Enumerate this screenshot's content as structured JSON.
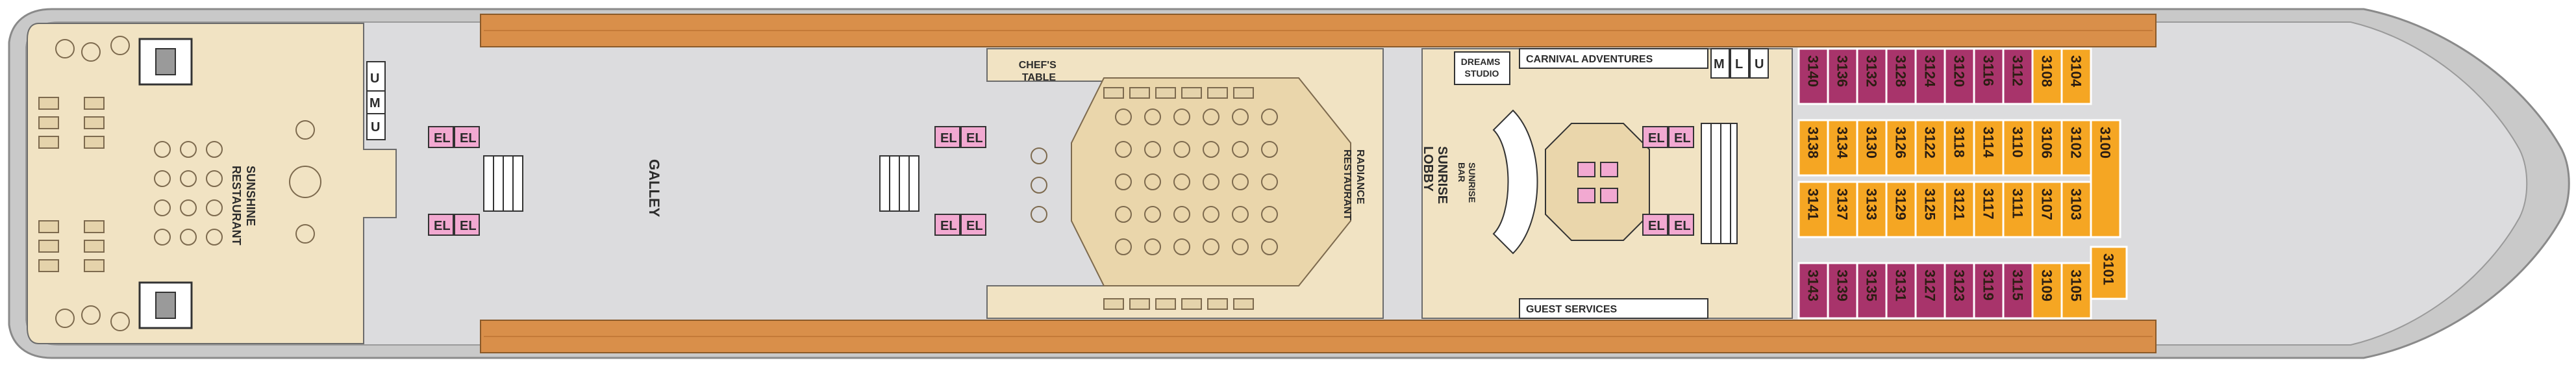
{
  "colors": {
    "hull": "#c9c9c9",
    "deck_floor": "#dcdcde",
    "wood": "#d98f4a",
    "public_area": "#f1e3c3",
    "elevator": "#f2a9d1",
    "cabin_balcony": "#a8346b",
    "cabin_oceanview": "#f5a623",
    "outline": "#6b6b6b"
  },
  "labels": {
    "galley": "GALLEY",
    "chefs_table_1": "CHEF'S",
    "chefs_table_2": "TABLE",
    "dreams_studio_1": "DREAMS",
    "dreams_studio_2": "STUDIO",
    "carnival_adventures": "CARNIVAL ADVENTURES",
    "guest_services": "GUEST SERVICES",
    "sunshine_restaurant_1": "SUNSHINE",
    "sunshine_restaurant_2": "RESTAURANT",
    "radiance_restaurant_1": "RADIANCE",
    "radiance_restaurant_2": "RESTAURANT",
    "sunrise_lobby_1": "SUNRISE",
    "sunrise_lobby_2": "LOBBY",
    "sunrise_bar_1": "SUNRISE",
    "sunrise_bar_2": "BAR",
    "el": "EL",
    "m": "M",
    "u": "U",
    "l": "L"
  },
  "cabins_top_balcony": [
    "3140",
    "3136",
    "3132",
    "3128",
    "3124",
    "3120",
    "3116",
    "3112"
  ],
  "cabins_top_ocean": [
    "3108",
    "3104"
  ],
  "cabins_mid_top_ocean": [
    "3138",
    "3134",
    "3130",
    "3126",
    "3122",
    "3118",
    "3114",
    "3110",
    "3106",
    "3102"
  ],
  "cabins_mid_bottom_ocean": [
    "3141",
    "3137",
    "3133",
    "3129",
    "3125",
    "3121",
    "3117",
    "3111",
    "3107",
    "3103"
  ],
  "cabins_bottom_balcony": [
    "3143",
    "3139",
    "3135",
    "3131",
    "3127",
    "3123",
    "3119",
    "3115"
  ],
  "cabins_bottom_ocean": [
    "3109",
    "3105"
  ],
  "cabin_3100": "3100",
  "cabin_3101": "3101"
}
